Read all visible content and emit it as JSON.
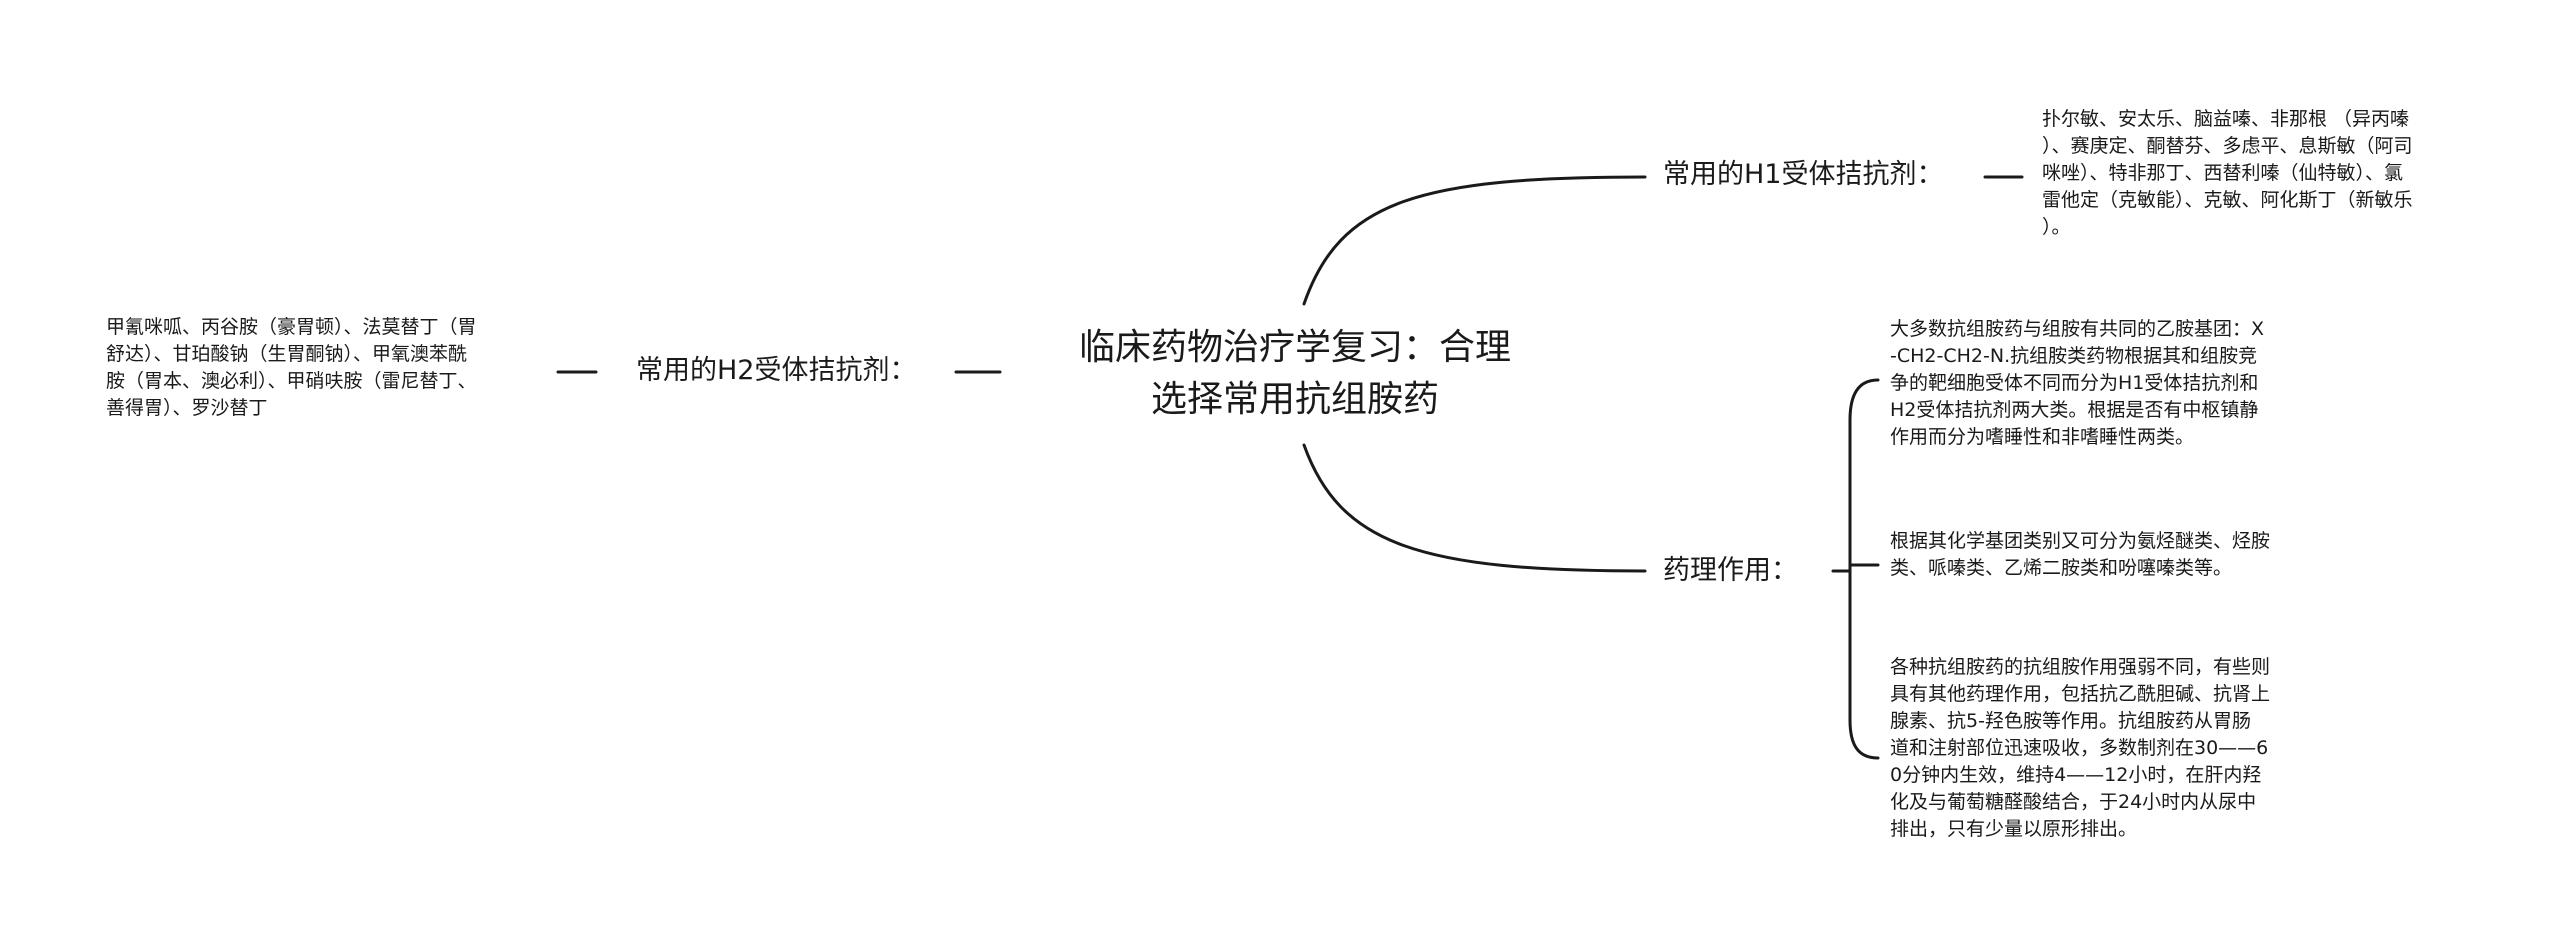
{
  "mindmap": {
    "root": {
      "title": "临床药物治疗学复习：合理选择常用抗组胺药"
    },
    "branches": {
      "h1": {
        "label": "常用的H1受体拮抗剂：",
        "leaf": "扑尔敏、安太乐、脑益嗪、非那根 （异丙嗪\n）、赛庚定、酮替芬、多虑平、息斯敏（阿司\n咪唑）、特非那丁、西替利嗪（仙特敏）、氯\n雷他定（克敏能）、克敏、阿化斯丁（新敏乐\n）。"
      },
      "h2": {
        "label": "常用的H2受体拮抗剂：",
        "leaf": "甲氰咪呱、丙谷胺（豪胃顿）、法莫替丁（胃\n舒达）、甘珀酸钠（生胃酮钠）、甲氧澳苯酰\n胺（胃本、澳必利）、甲硝呋胺（雷尼替丁、\n善得胃）、罗沙替丁"
      },
      "pharmacology": {
        "label": "药理作用：",
        "leaves": [
          "大多数抗组胺药与组胺有共同的乙胺基团：X\n-CH2-CH2-N.抗组胺类药物根据其和组胺竞\n争的靶细胞受体不同而分为H1受体拮抗剂和\nH2受体拮抗剂两大类。根据是否有中枢镇静\n作用而分为嗜睡性和非嗜睡性两类。",
          "根据其化学基团类别又可分为氨烃醚类、烃胺\n类、哌嗪类、乙烯二胺类和吩噻嗪类等。",
          "各种抗组胺药的抗组胺作用强弱不同，有些则\n具有其他药理作用，包括抗乙酰胆碱、抗肾上\n腺素、抗5-羟色胺等作用。抗组胺药从胃肠\n道和注射部位迅速吸收，多数制剂在30——6\n0分钟内生效，维持4——12小时，在肝内羟\n化及与葡萄糖醛酸结合，于24小时内从尿中\n排出，只有少量以原形排出。"
        ]
      }
    },
    "colors": {
      "background": "#ffffff",
      "line": "#1a1a1a",
      "text": "#1a1a1a"
    }
  }
}
